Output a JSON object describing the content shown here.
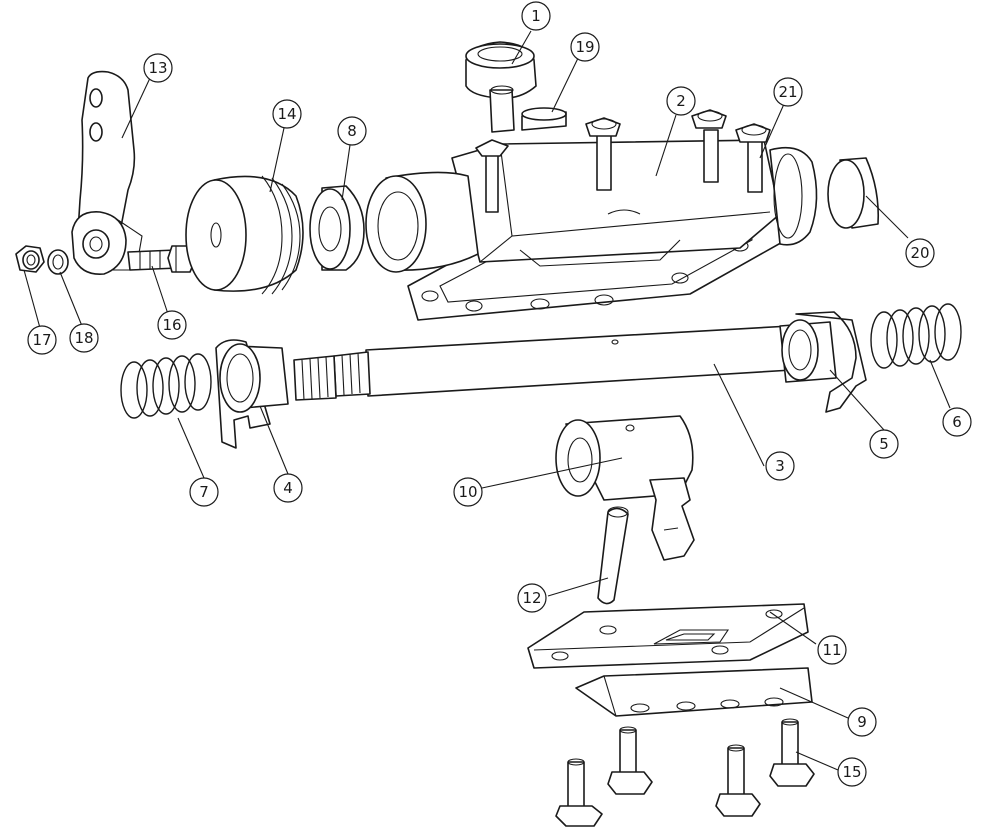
{
  "colors": {
    "line": "#1a1a1a",
    "background": "#ffffff"
  },
  "callouts": [
    {
      "id": "c1",
      "label": "1"
    },
    {
      "id": "c2",
      "label": "2"
    },
    {
      "id": "c3",
      "label": "3"
    },
    {
      "id": "c4",
      "label": "4"
    },
    {
      "id": "c5",
      "label": "5"
    },
    {
      "id": "c6",
      "label": "6"
    },
    {
      "id": "c7",
      "label": "7"
    },
    {
      "id": "c8",
      "label": "8"
    },
    {
      "id": "c9",
      "label": "9"
    },
    {
      "id": "c10",
      "label": "10"
    },
    {
      "id": "c11",
      "label": "11"
    },
    {
      "id": "c12",
      "label": "12"
    },
    {
      "id": "c13",
      "label": "13"
    },
    {
      "id": "c14",
      "label": "14"
    },
    {
      "id": "c15",
      "label": "15"
    },
    {
      "id": "c16",
      "label": "16"
    },
    {
      "id": "c17",
      "label": "17"
    },
    {
      "id": "c18",
      "label": "18"
    },
    {
      "id": "c19",
      "label": "19"
    },
    {
      "id": "c20",
      "label": "20"
    },
    {
      "id": "c21",
      "label": "21"
    }
  ]
}
